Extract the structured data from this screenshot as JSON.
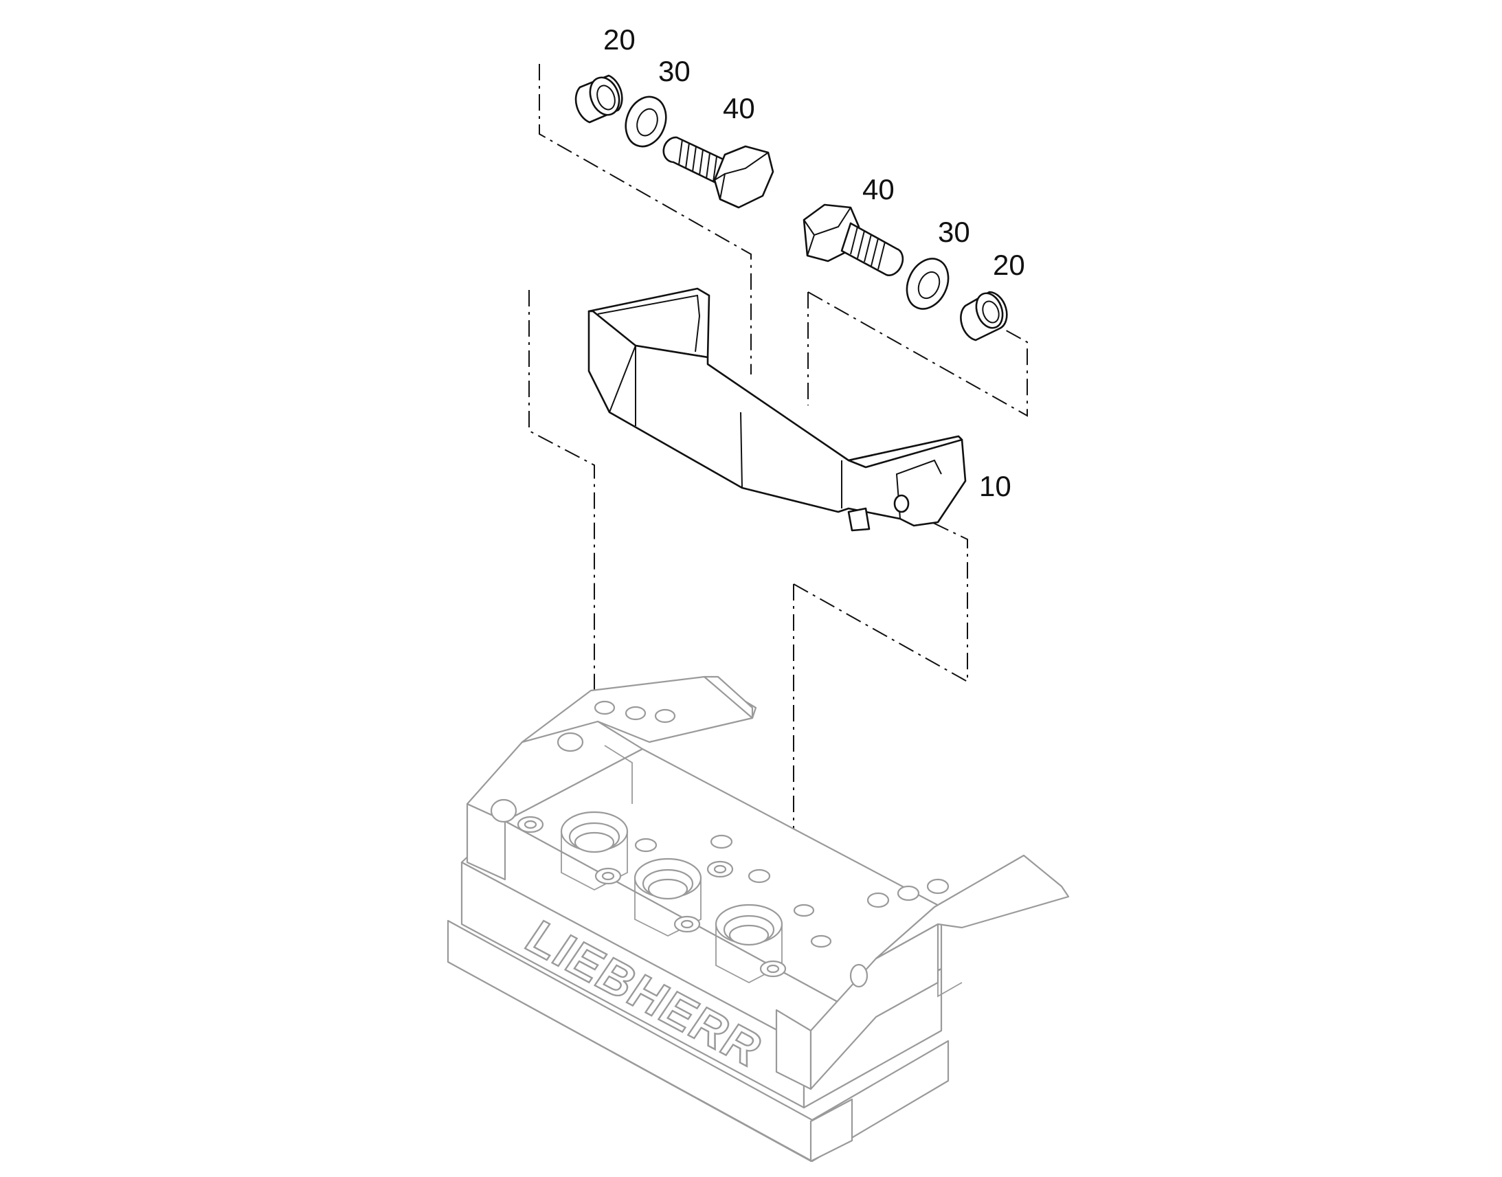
{
  "diagram": {
    "labels": [
      {
        "id": "l20a",
        "text": "20"
      },
      {
        "id": "l30a",
        "text": "30"
      },
      {
        "id": "l40a",
        "text": "40"
      },
      {
        "id": "l40b",
        "text": "40"
      },
      {
        "id": "l30b",
        "text": "30"
      },
      {
        "id": "l20b",
        "text": "20"
      },
      {
        "id": "l10",
        "text": "10"
      }
    ],
    "brand": "LIEBHERR"
  },
  "colors": {
    "line": "#111111",
    "ghost": "#9a9a9a",
    "background": "#ffffff"
  }
}
